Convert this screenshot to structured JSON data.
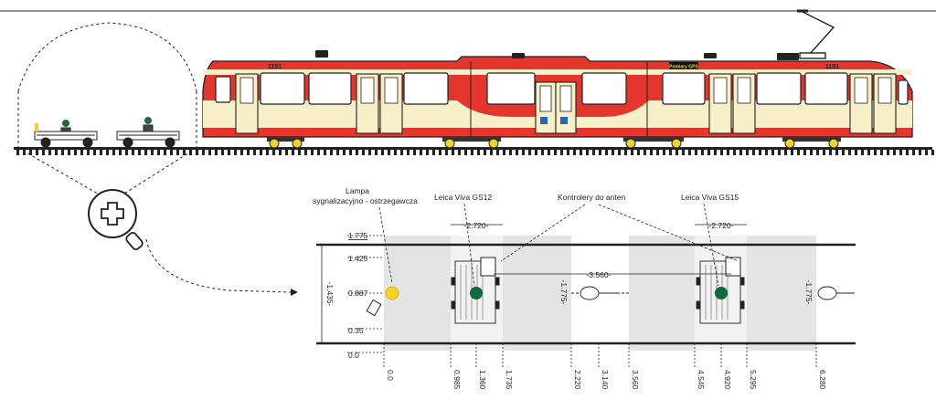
{
  "tram": {
    "fleet_number": "1151",
    "destination_sign": "Pomiary GPS",
    "colors": {
      "body_red": "#e4362c",
      "cream": "#f6efc8",
      "window": "#ffffff",
      "bogie_yellow": "#f2d12a",
      "dark": "#222222"
    }
  },
  "labels": {
    "lamp": [
      "Lampa",
      "sygnalizacyjno - ostrzegawcza"
    ],
    "gnss_a": "Leica Viva GS12",
    "controllers": "Kontrolery do anten",
    "gnss_b": "Leica Viva GS15"
  },
  "dimensions": {
    "vertical_levels": [
      "1.775",
      "1.425",
      "0.887",
      "0.35",
      "0.0"
    ],
    "gauge": "-1.435-",
    "top_spans": [
      "-2.720-",
      "-2.720-"
    ],
    "antenna_spacing": "-3.560-",
    "side_spans": [
      "-1.775-",
      "-1.775-"
    ],
    "bottom_ticks": [
      "0.0",
      "0.985",
      "1.360",
      "1.735",
      "2.220",
      "3.140",
      "3.560",
      "4.545",
      "4.920",
      "5.295",
      "6.280"
    ]
  },
  "markers": {
    "lamp_color": "#f5d327",
    "antenna_color": "#0d6b3a"
  }
}
